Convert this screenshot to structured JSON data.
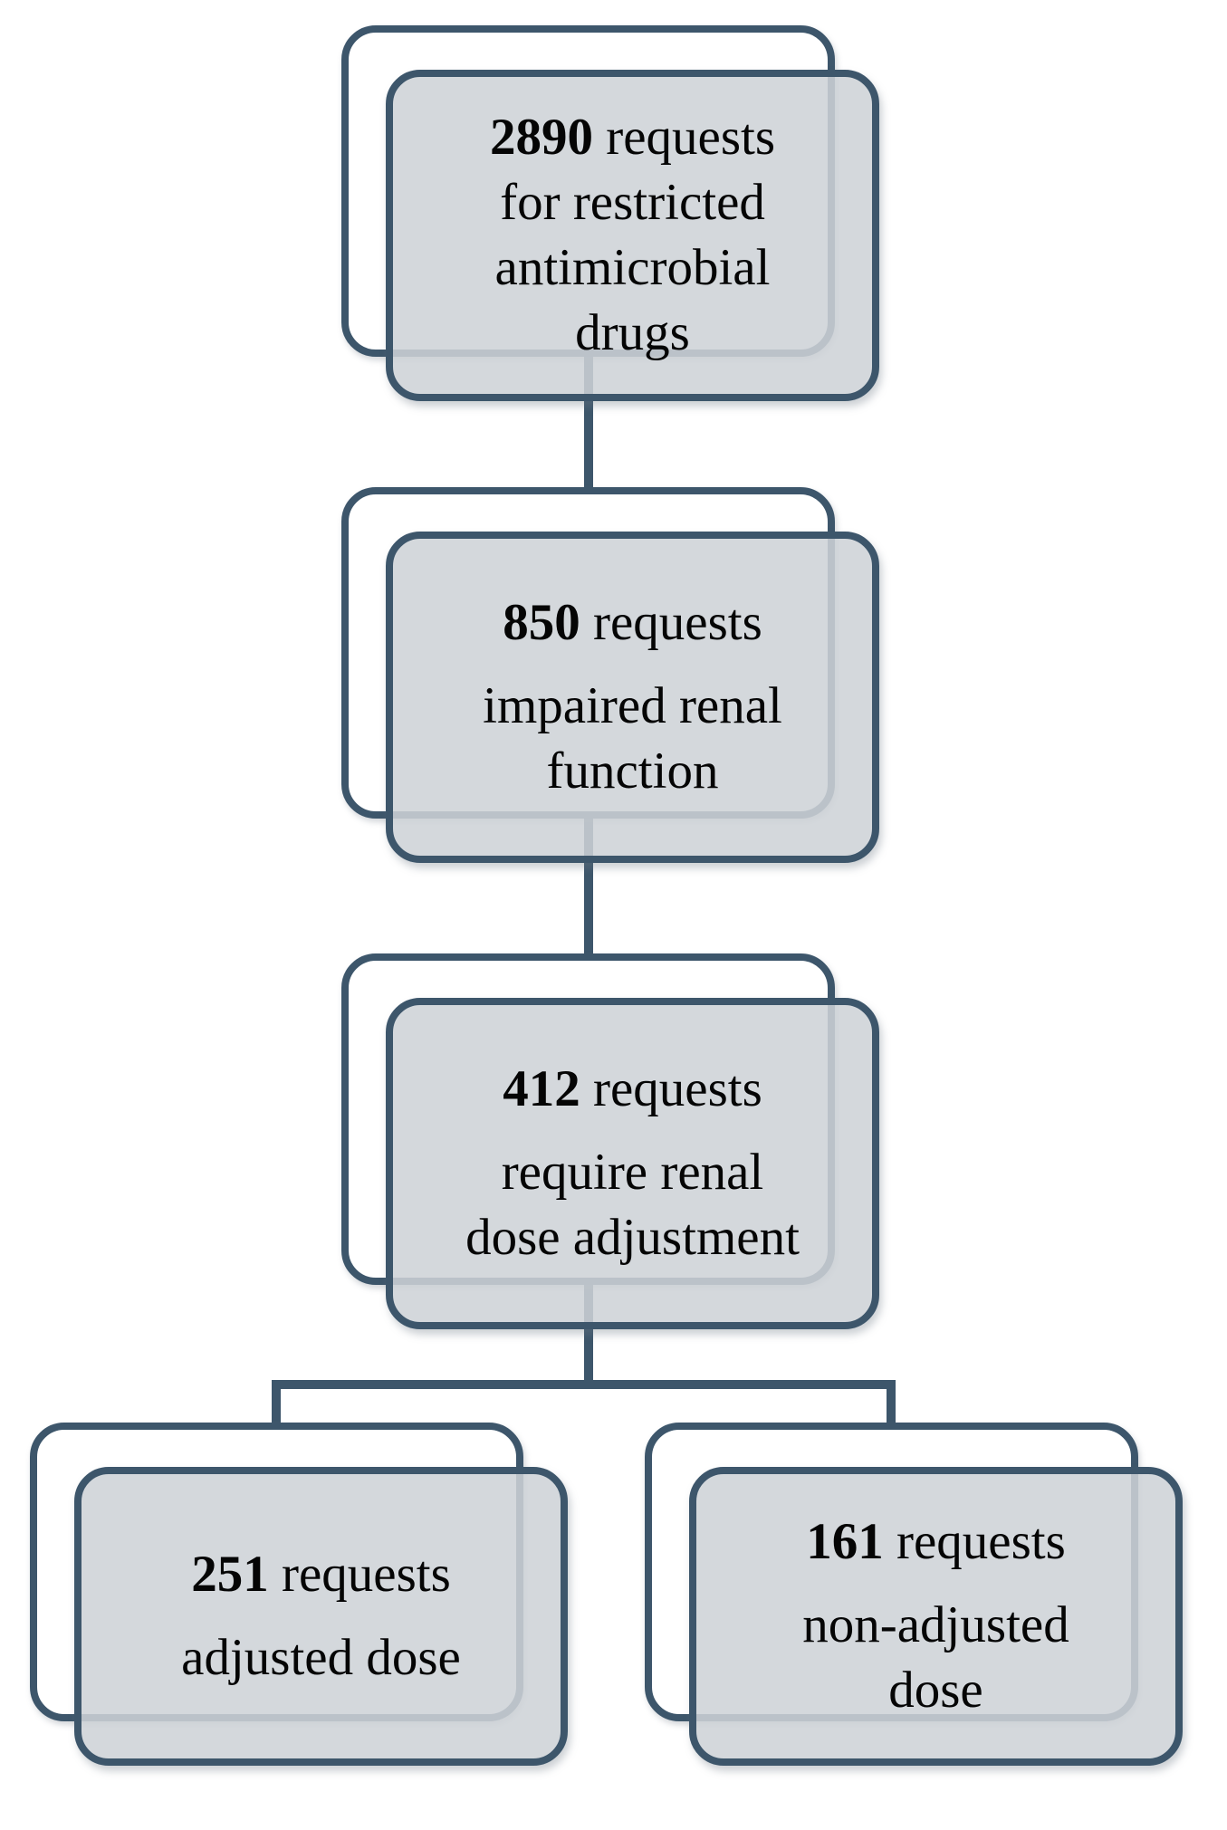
{
  "figure": {
    "type": "flowchart",
    "description": "Flow of restricted antimicrobial drug requests and renal dose adjustment"
  },
  "colors": {
    "outline": "#3D566B",
    "back_box_fill": "#FFFFFF",
    "front_box_fill_effective": "#D4D8DC",
    "text": "#050505"
  },
  "nodes": [
    {
      "number": "2890",
      "unit": " requests",
      "lines": [
        "for restricted",
        "antimicrobial",
        "drugs"
      ]
    },
    {
      "number": "850",
      "unit": " requests",
      "lines": [
        "impaired renal",
        "function"
      ]
    },
    {
      "number": "412",
      "unit": " requests",
      "lines": [
        "require renal",
        "dose adjustment"
      ]
    },
    {
      "number": "251",
      "unit": " requests",
      "lines": [
        "adjusted dose"
      ]
    },
    {
      "number": "161",
      "unit": " requests",
      "lines": [
        "non-adjusted",
        "dose"
      ]
    }
  ]
}
